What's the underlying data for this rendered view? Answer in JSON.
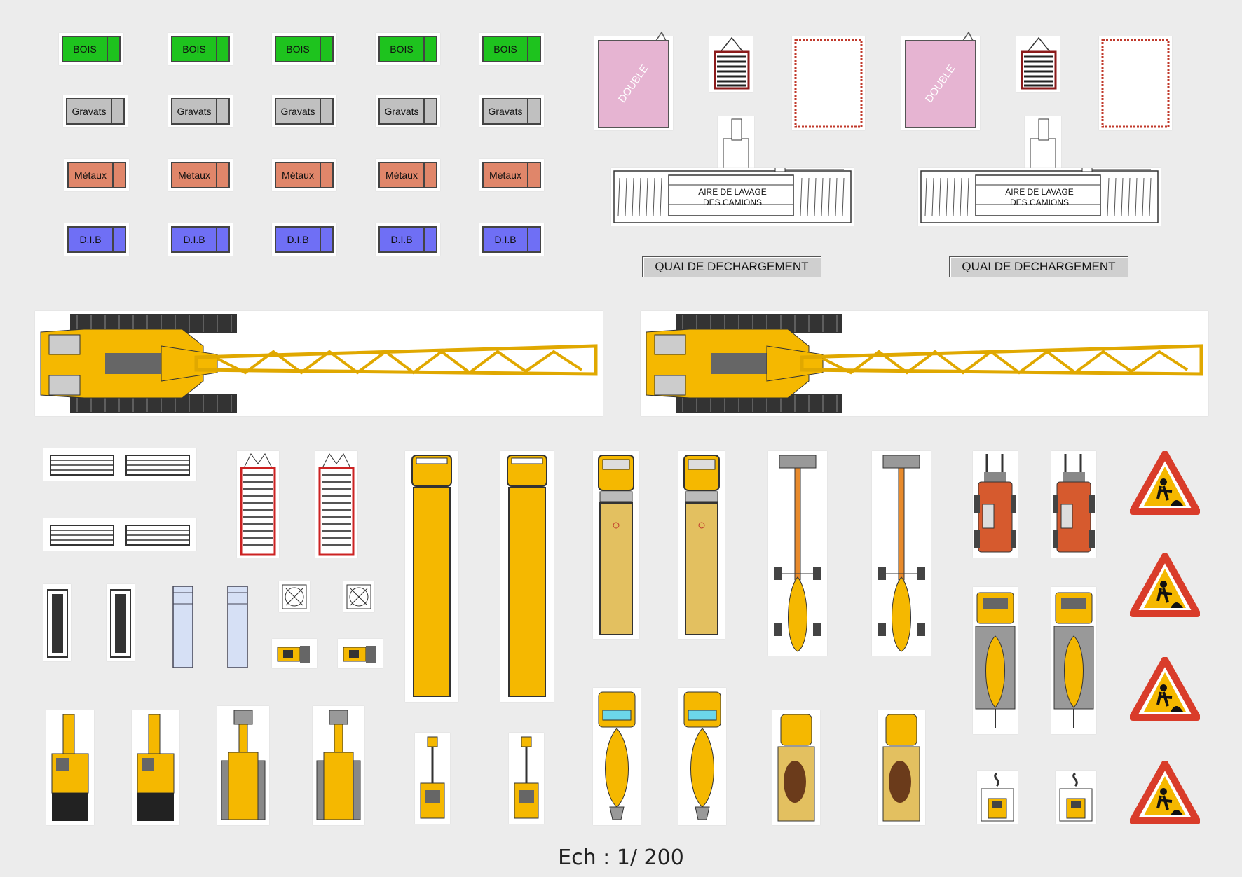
{
  "skips": {
    "rows": [
      {
        "label": "BOIS",
        "color": "#1ec31e"
      },
      {
        "label": "Gravats",
        "color": "#c0c0c0"
      },
      {
        "label": "Métaux",
        "color": "#e0866a"
      },
      {
        "label": "D.I.B",
        "color": "#6f6ff5"
      }
    ]
  },
  "areas": {
    "double_label": "DOUBLE",
    "wash_line1": "AIRE DE LAVAGE",
    "wash_line2": "DES CAMIONS",
    "dock_label": "QUAI DE DECHARGEMENT"
  },
  "icons": [
    "double-area-icon",
    "gate-icon",
    "empty-zone-icon",
    "crawler-crane-icon",
    "scaffold-icon",
    "trailer-icon",
    "flatbed-truck-icon",
    "truck-icon",
    "tower-crane-icon",
    "forklift-icon",
    "mixer-truck-icon",
    "excavator-icon",
    "bulldozer-icon",
    "mini-loader-icon",
    "concrete-pump-icon",
    "roadworks-sign-icon"
  ],
  "colors": {
    "machine_yellow": "#f5b800",
    "sign_red": "#d93c2a",
    "trailer_red": "#cc2222",
    "pink": "#e6b4d2"
  },
  "scale_label": "Ech : 1/ 200"
}
